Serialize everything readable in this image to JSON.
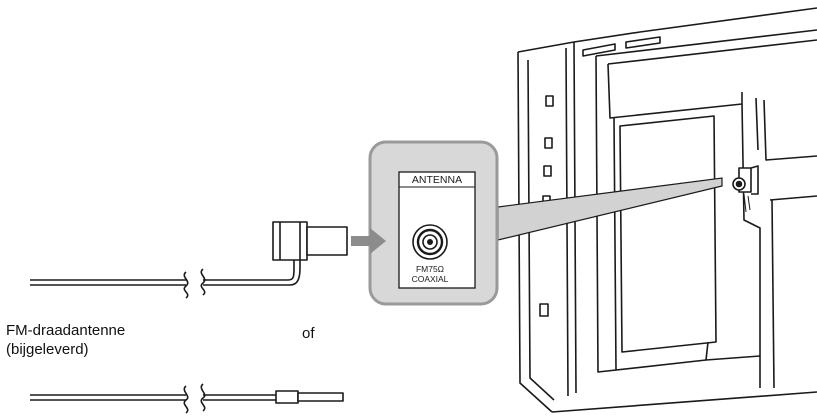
{
  "labels": {
    "antenna_title": "FM-draadantenne",
    "antenna_note": "(bijgeleverd)",
    "or_word": "of",
    "panel_heading": "ANTENNA",
    "jack_line1": "FM75Ω",
    "jack_line2": "COAXIAL"
  },
  "colors": {
    "line": "#1a1a1a",
    "panel_fill": "#d8d8d8",
    "panel_stroke": "#9a9a9a",
    "zoom_fill": "#d2d2d2",
    "arrow": "#8c8c8c",
    "background": "#ffffff"
  }
}
